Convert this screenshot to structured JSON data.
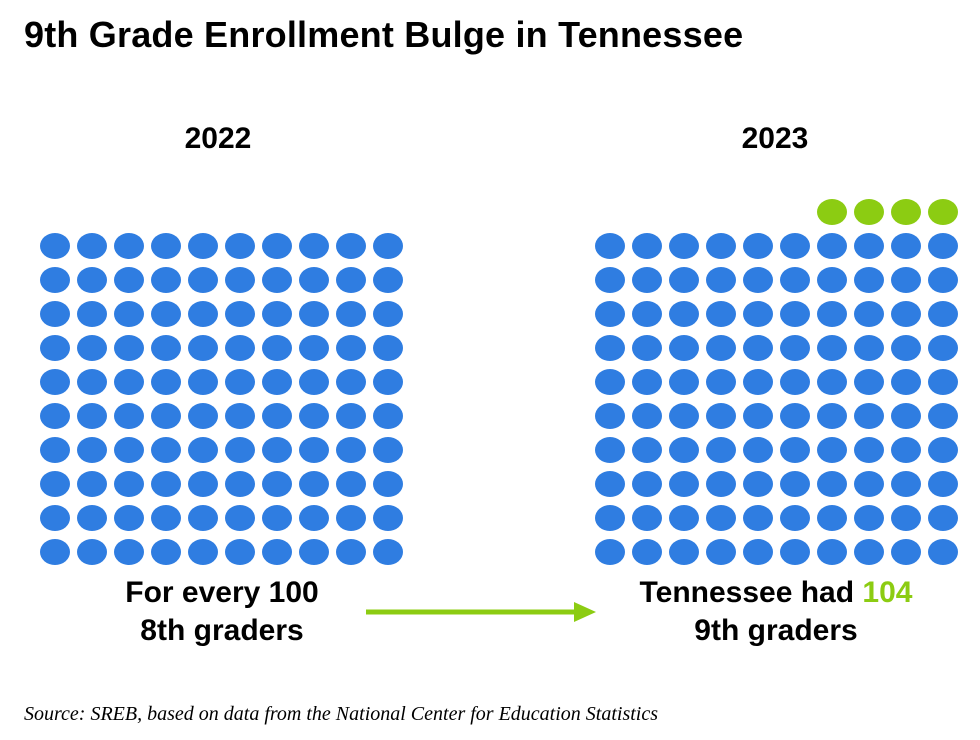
{
  "title": "9th Grade Enrollment Bulge in Tennessee",
  "source": "Source: SREB, based on data from the National Center for Education Statistics",
  "colors": {
    "base": "#2f7de1",
    "extra": "#8ccc12",
    "arrow": "#8ccc12"
  },
  "chart_data": [
    {
      "type": "pictograph",
      "label": "2022",
      "base_units": 100,
      "extra_units": 0,
      "caption": {
        "line1": "For every 100",
        "line2": "8th graders"
      }
    },
    {
      "type": "pictograph",
      "label": "2023",
      "base_units": 100,
      "extra_units": 4,
      "caption": {
        "line1_prefix": "Tennessee had ",
        "line1_value": "104",
        "line2": "9th graders"
      }
    }
  ]
}
